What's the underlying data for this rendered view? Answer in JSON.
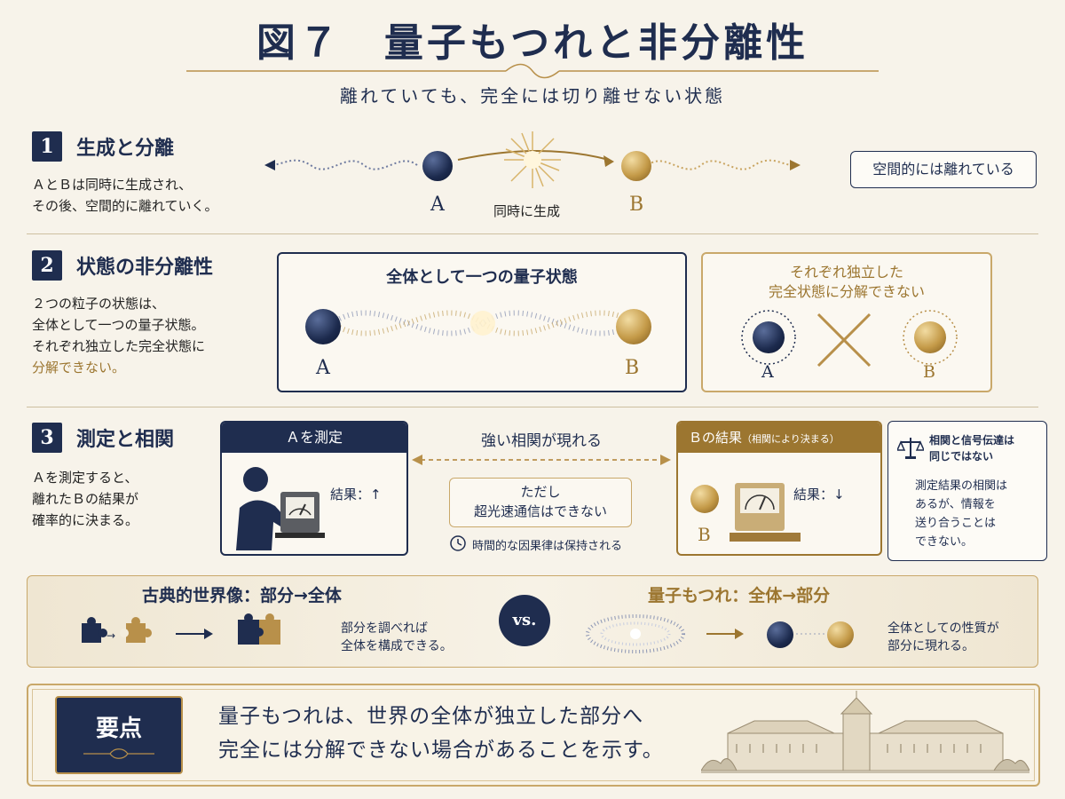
{
  "header": {
    "title": "図７　量子もつれと非分離性",
    "subtitle": "離れていても、完全には切り離せない状態"
  },
  "section1": {
    "number": "1",
    "title": "生成と分離",
    "desc": [
      "ＡとＢは同時に生成され、",
      "その後、空間的に離れていく。"
    ],
    "label_a": "A",
    "label_b": "B",
    "center_label": "同時に生成",
    "note": "空間的には離れている"
  },
  "section2": {
    "number": "2",
    "title": "状態の非分離性",
    "desc": [
      "２つの粒子の状態は、",
      "全体として一つの量子状態。",
      "それぞれ独立した完全状態に"
    ],
    "desc_emph": "分解できない。",
    "box1_title": "全体として一つの量子状態",
    "box2_title": [
      "それぞれ独立した",
      "完全状態に分解できない"
    ],
    "label_a": "A",
    "label_b": "B"
  },
  "section3": {
    "number": "3",
    "title": "測定と相関",
    "desc": [
      "Ａを測定すると、",
      "離れたＢの結果が",
      "確率的に決まる。"
    ],
    "panel_a_title": "Ａを測定",
    "panel_a_result": "結果：↑",
    "correlation_label": "強い相関が現れる",
    "caveat": [
      "ただし",
      "超光速通信はできない"
    ],
    "causality_note": "時間的な因果律は保持される",
    "panel_b_title": "Ｂの結果",
    "panel_b_title_small": "（相関により決まる）",
    "panel_b_result": "結果：↓",
    "label_b": "B",
    "side_title": [
      "相関と信号伝達は",
      "同じではない"
    ],
    "side_text": [
      "測定結果の相関は",
      "あるが、情報を",
      "送り合うことは",
      "できない。"
    ]
  },
  "compare": {
    "classical_title": "古典的世界像：部分→全体",
    "classical_text": [
      "部分を調べれば",
      "全体を構成できる。"
    ],
    "vs": "vs.",
    "quantum_title": "量子もつれ：全体→部分",
    "quantum_text": [
      "全体としての性質が",
      "部分に現れる。"
    ]
  },
  "summary": {
    "label": "要点",
    "text": [
      "量子もつれは、世界の全体が独立した部分へ",
      "完全には分解できない場合があることを示す。"
    ]
  },
  "colors": {
    "navy": "#1f2d4f",
    "gold": "#b8904a",
    "background": "#f7f3ea"
  }
}
